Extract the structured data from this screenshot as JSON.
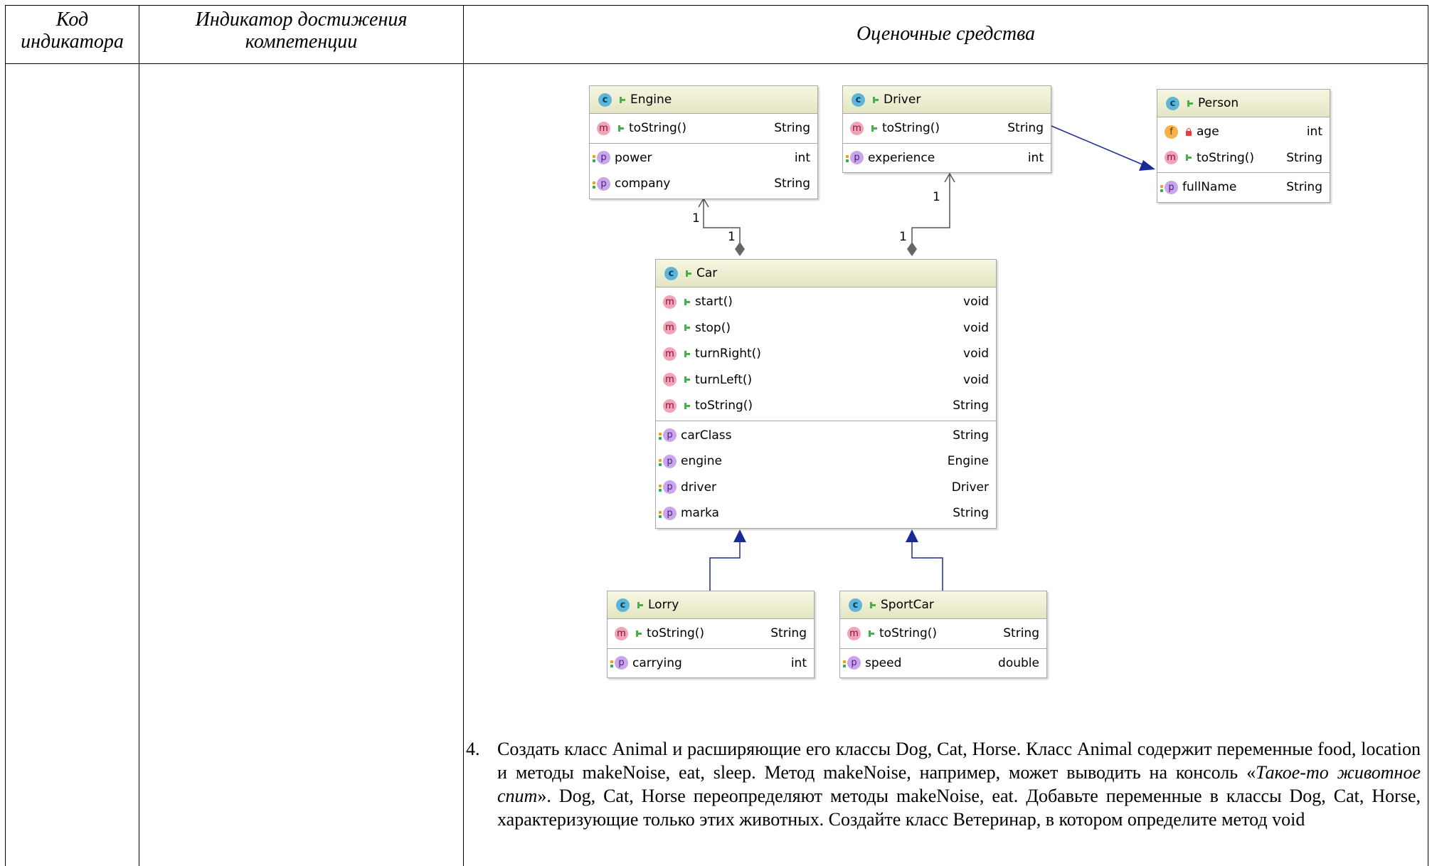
{
  "table": {
    "col1_header": "Код индикатора",
    "col1_header_l1": "Код",
    "col1_header_l2": "индикатора",
    "col2_header_l1": "Индикатор достижения",
    "col2_header_l2": "компетенции",
    "col3_header": "Оценочные средства"
  },
  "diagram": {
    "classes": {
      "engine": {
        "name": "Engine",
        "methods": [
          {
            "name": "toString()",
            "type": "String"
          }
        ],
        "props": [
          {
            "name": "power",
            "type": "int"
          },
          {
            "name": "company",
            "type": "String"
          }
        ]
      },
      "driver": {
        "name": "Driver",
        "methods": [
          {
            "name": "toString()",
            "type": "String"
          }
        ],
        "props": [
          {
            "name": "experience",
            "type": "int"
          }
        ]
      },
      "person": {
        "name": "Person",
        "fields": [
          {
            "name": "age",
            "type": "int"
          }
        ],
        "methods": [
          {
            "name": "toString()",
            "type": "String"
          }
        ],
        "props": [
          {
            "name": "fullName",
            "type": "String"
          }
        ]
      },
      "car": {
        "name": "Car",
        "methods": [
          {
            "name": "start()",
            "type": "void"
          },
          {
            "name": "stop()",
            "type": "void"
          },
          {
            "name": "turnRight()",
            "type": "void"
          },
          {
            "name": "turnLeft()",
            "type": "void"
          },
          {
            "name": "toString()",
            "type": "String"
          }
        ],
        "props": [
          {
            "name": "carClass",
            "type": "String"
          },
          {
            "name": "engine",
            "type": "Engine"
          },
          {
            "name": "driver",
            "type": "Driver"
          },
          {
            "name": "marka",
            "type": "String"
          }
        ]
      },
      "lorry": {
        "name": "Lorry",
        "methods": [
          {
            "name": "toString()",
            "type": "String"
          }
        ],
        "props": [
          {
            "name": "carrying",
            "type": "int"
          }
        ]
      },
      "sportcar": {
        "name": "SportCar",
        "methods": [
          {
            "name": "toString()",
            "type": "String"
          }
        ],
        "props": [
          {
            "name": "speed",
            "type": "double"
          }
        ]
      }
    },
    "multiplicity": {
      "one": "1"
    },
    "badges": {
      "class": "c",
      "method": "m",
      "property": "p",
      "field": "f"
    }
  },
  "task4": {
    "number": "4.",
    "text_before_italic": "Создать класс Animal и расширяющие его классы Dog, Cat, Horse. Класс Animal содержит переменные food, location и методы makeNoise, eat, sleep. Метод makeNoise, например, может выводить на консоль «",
    "italic": "Такое-то животное спит",
    "text_after_italic": "». Dog, Cat, Horse переопределяют методы makeNoise, eat. Добавьте переменные в классы Dog, Cat, Horse, характеризующие только этих животных. Создайте класс Ветеринар, в котором определите метод void"
  },
  "colors": {
    "uml_header": "#e4e5c3",
    "arrow_blue": "#1a2b96",
    "composition": "#555555"
  }
}
